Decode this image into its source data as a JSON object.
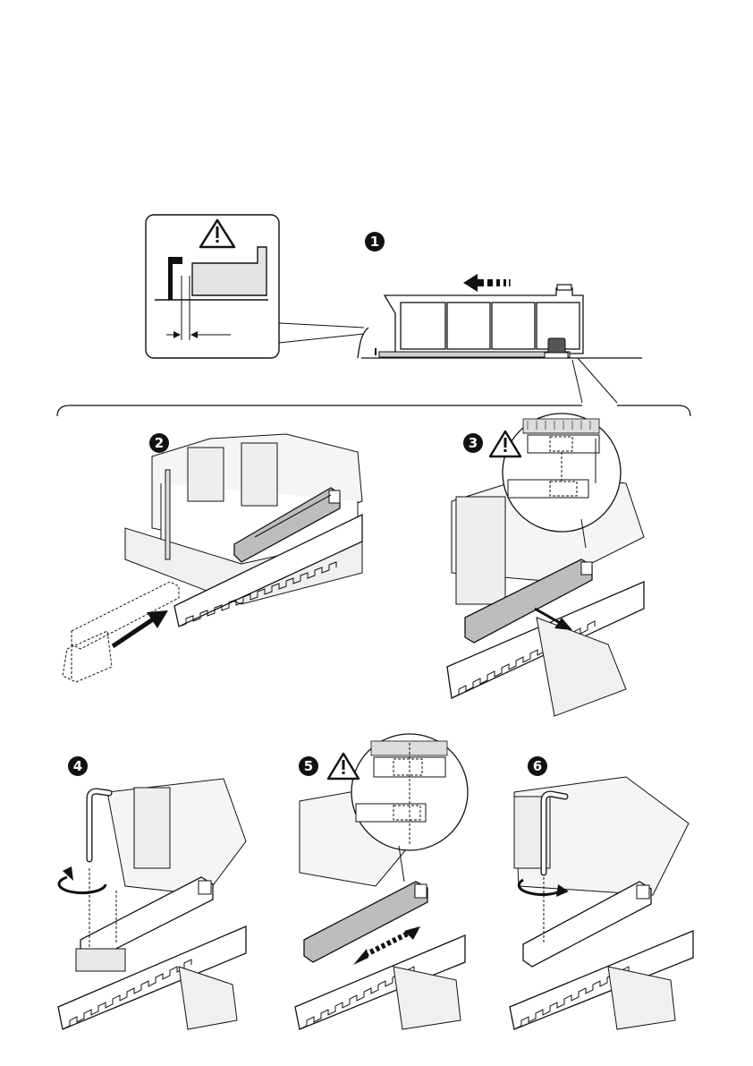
{
  "steps": {
    "step1": "1",
    "step2": "2",
    "step3": "3",
    "step4": "4",
    "step5": "5",
    "step6": "6"
  },
  "icons": {
    "warning": "warning-triangle-icon",
    "arrow": "direction-arrow-icon",
    "rotate": "rotate-arrow-icon",
    "hex_key": "hex-key-icon"
  },
  "colors": {
    "line": "#111111",
    "gate_fill": "#e6e6e6",
    "shade": "#bdbdbd",
    "background": "#ffffff"
  }
}
